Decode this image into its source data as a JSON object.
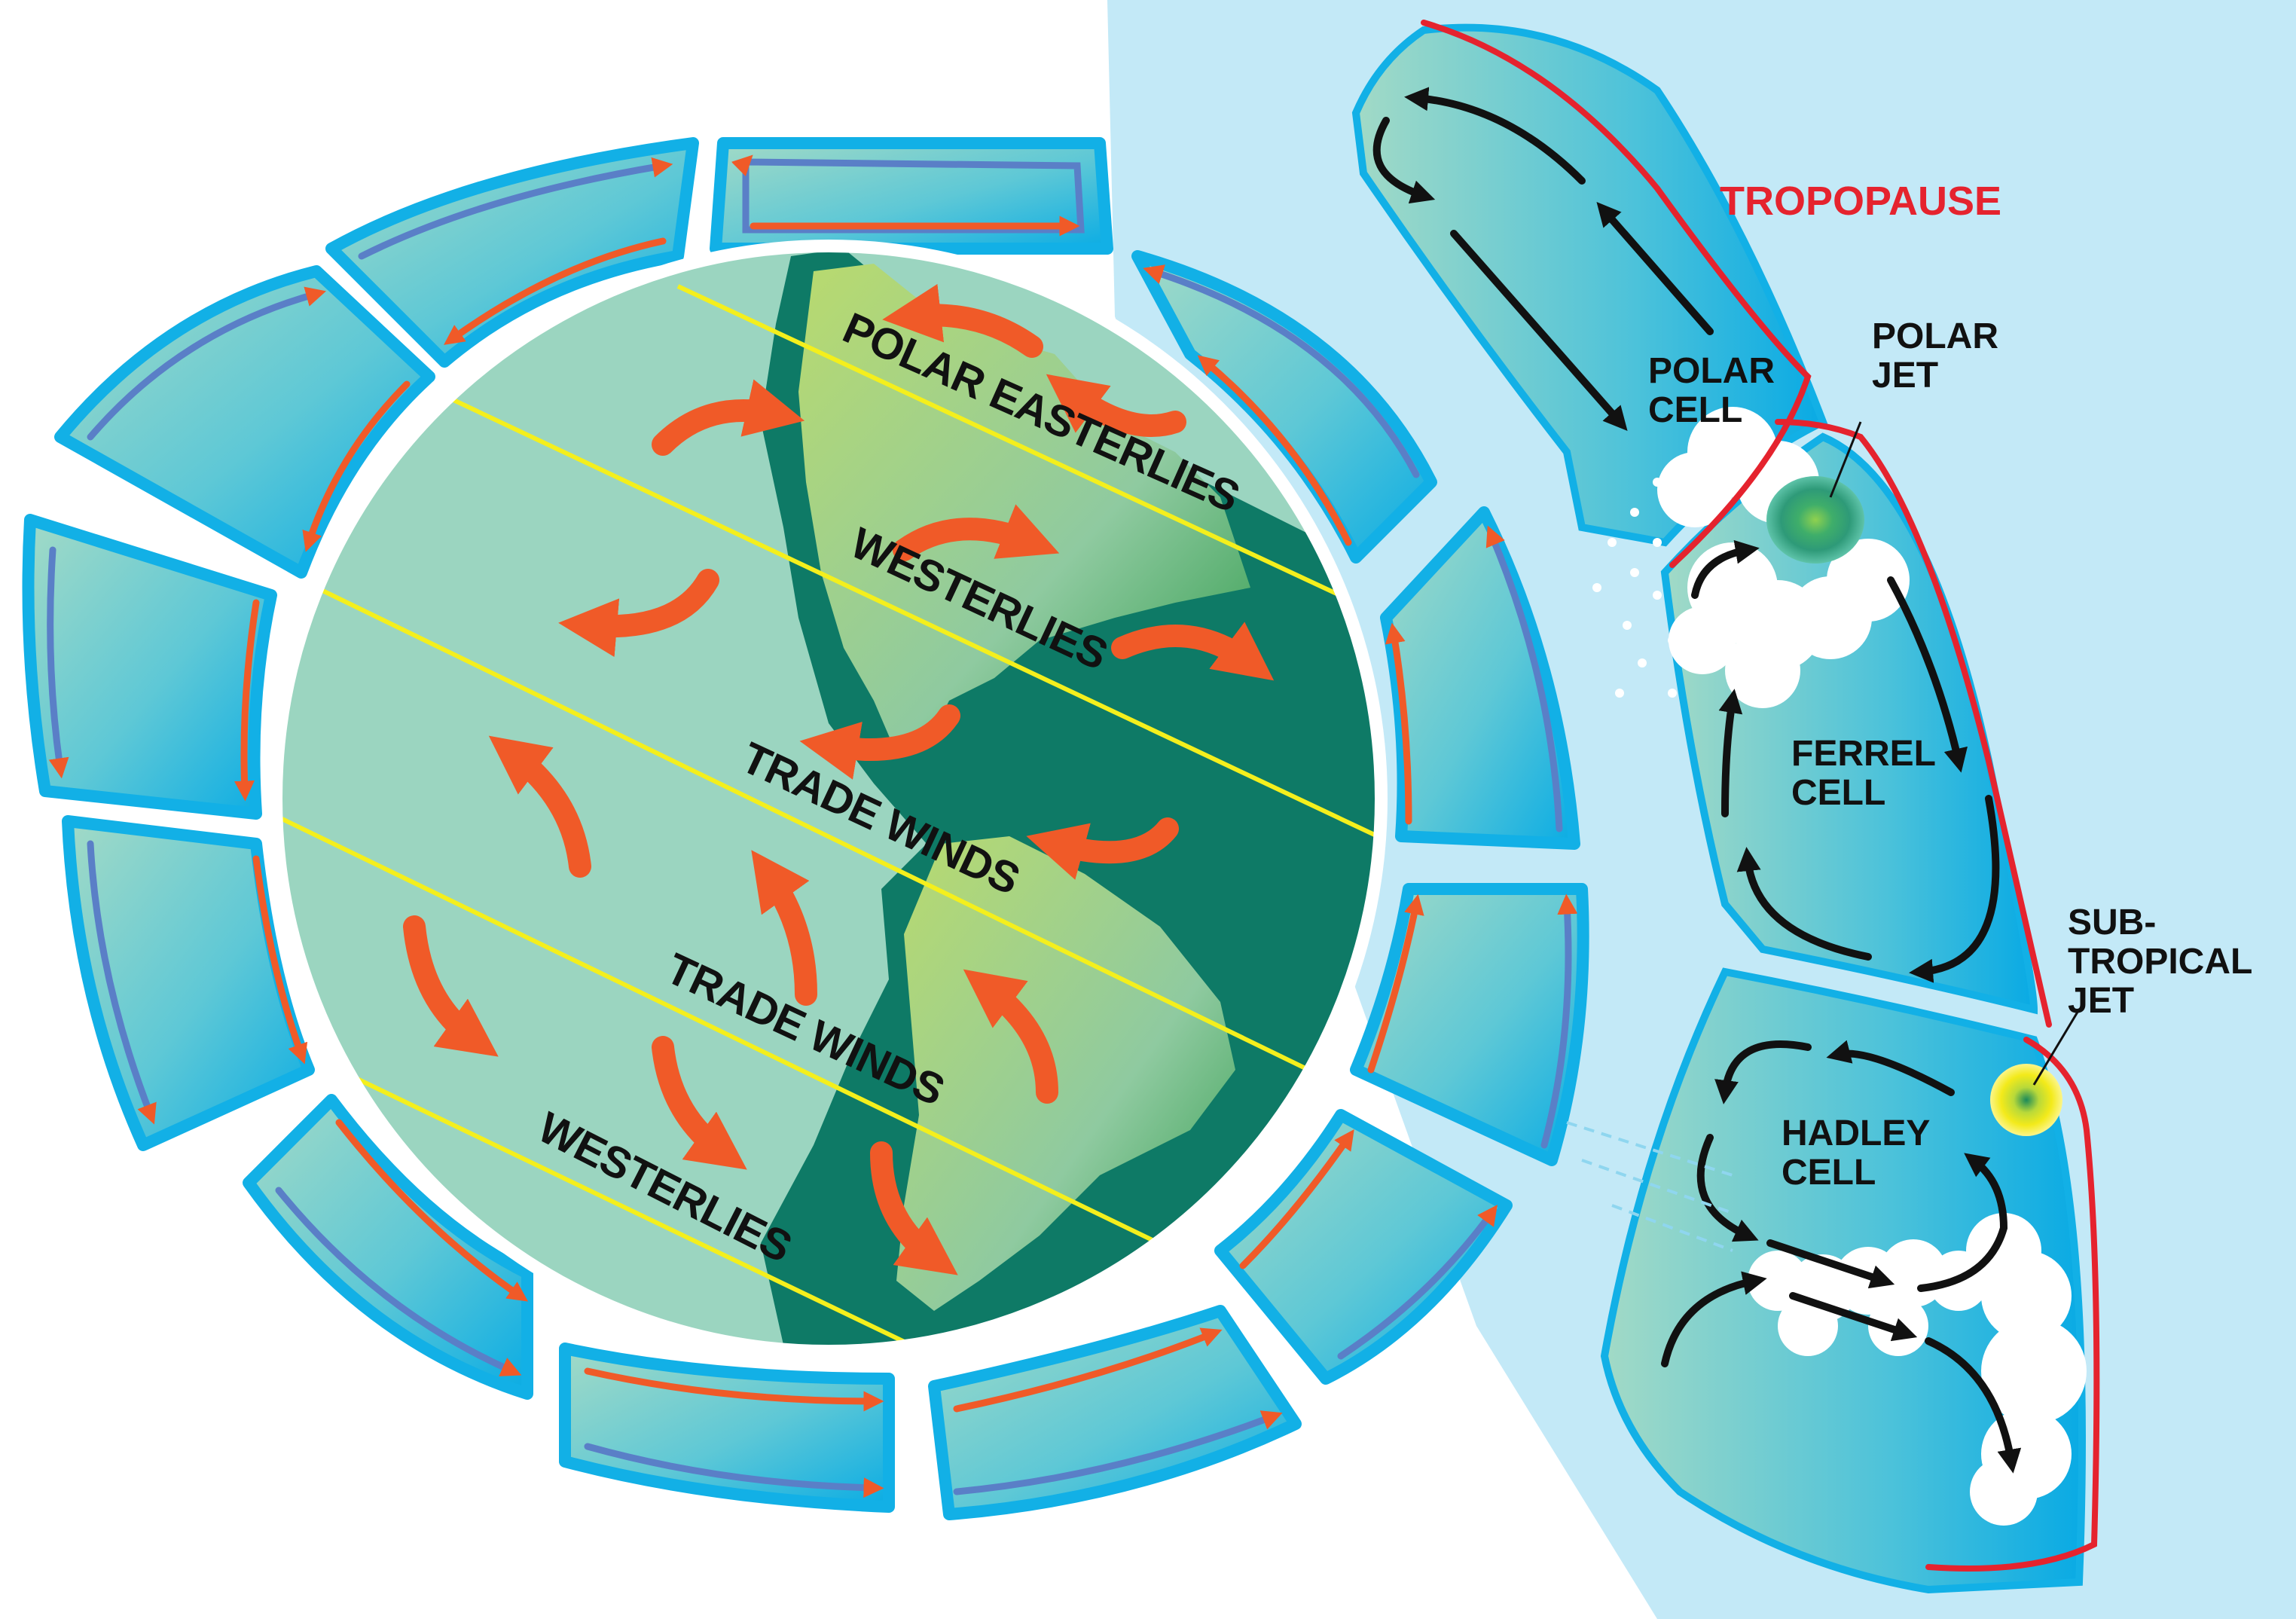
{
  "colors": {
    "sky_panel": "#c3e9f7",
    "cell_fill_light": "#9ed8c4",
    "cell_fill_dark": "#1aaee0",
    "cell_border": "#0fb3e6",
    "globe_ocean": "#9bd5c0",
    "globe_land_light": "#9ccb5e",
    "globe_land_dark": "#0e7a66",
    "wind_arrow": "#f05a28",
    "cell_flow_warm": "#f05a28",
    "cell_flow_cool": "#5a7fc7",
    "latitude_line": "#f4ef1d",
    "tropopause": "#e5232e",
    "flow_arrow": "#111111",
    "polar_jet": "#3aa57a",
    "subtropical_jet": "#f2e81a",
    "cloud": "#ffffff"
  },
  "globe": {
    "wind_bands": [
      {
        "label": "POLAR EASTERLIES",
        "id": "polar-easterlies"
      },
      {
        "label": "WESTERLIES",
        "id": "westerlies-north"
      },
      {
        "label": "TRADE WINDS",
        "id": "trade-winds-north"
      },
      {
        "label": "TRADE WINDS",
        "id": "trade-winds-south"
      },
      {
        "label": "WESTERLIES",
        "id": "westerlies-south"
      }
    ]
  },
  "cross_section": {
    "tropopause_label": "TROPOPAUSE",
    "cells": [
      {
        "id": "polar",
        "lines": [
          "POLAR",
          "CELL"
        ]
      },
      {
        "id": "ferrel",
        "lines": [
          "FERREL",
          "CELL"
        ]
      },
      {
        "id": "hadley",
        "lines": [
          "HADLEY",
          "CELL"
        ]
      }
    ],
    "jets": [
      {
        "id": "polar",
        "lines": [
          "POLAR",
          "JET"
        ]
      },
      {
        "id": "subtropical",
        "lines": [
          "SUB-",
          "TROPICAL",
          "JET"
        ]
      }
    ]
  }
}
